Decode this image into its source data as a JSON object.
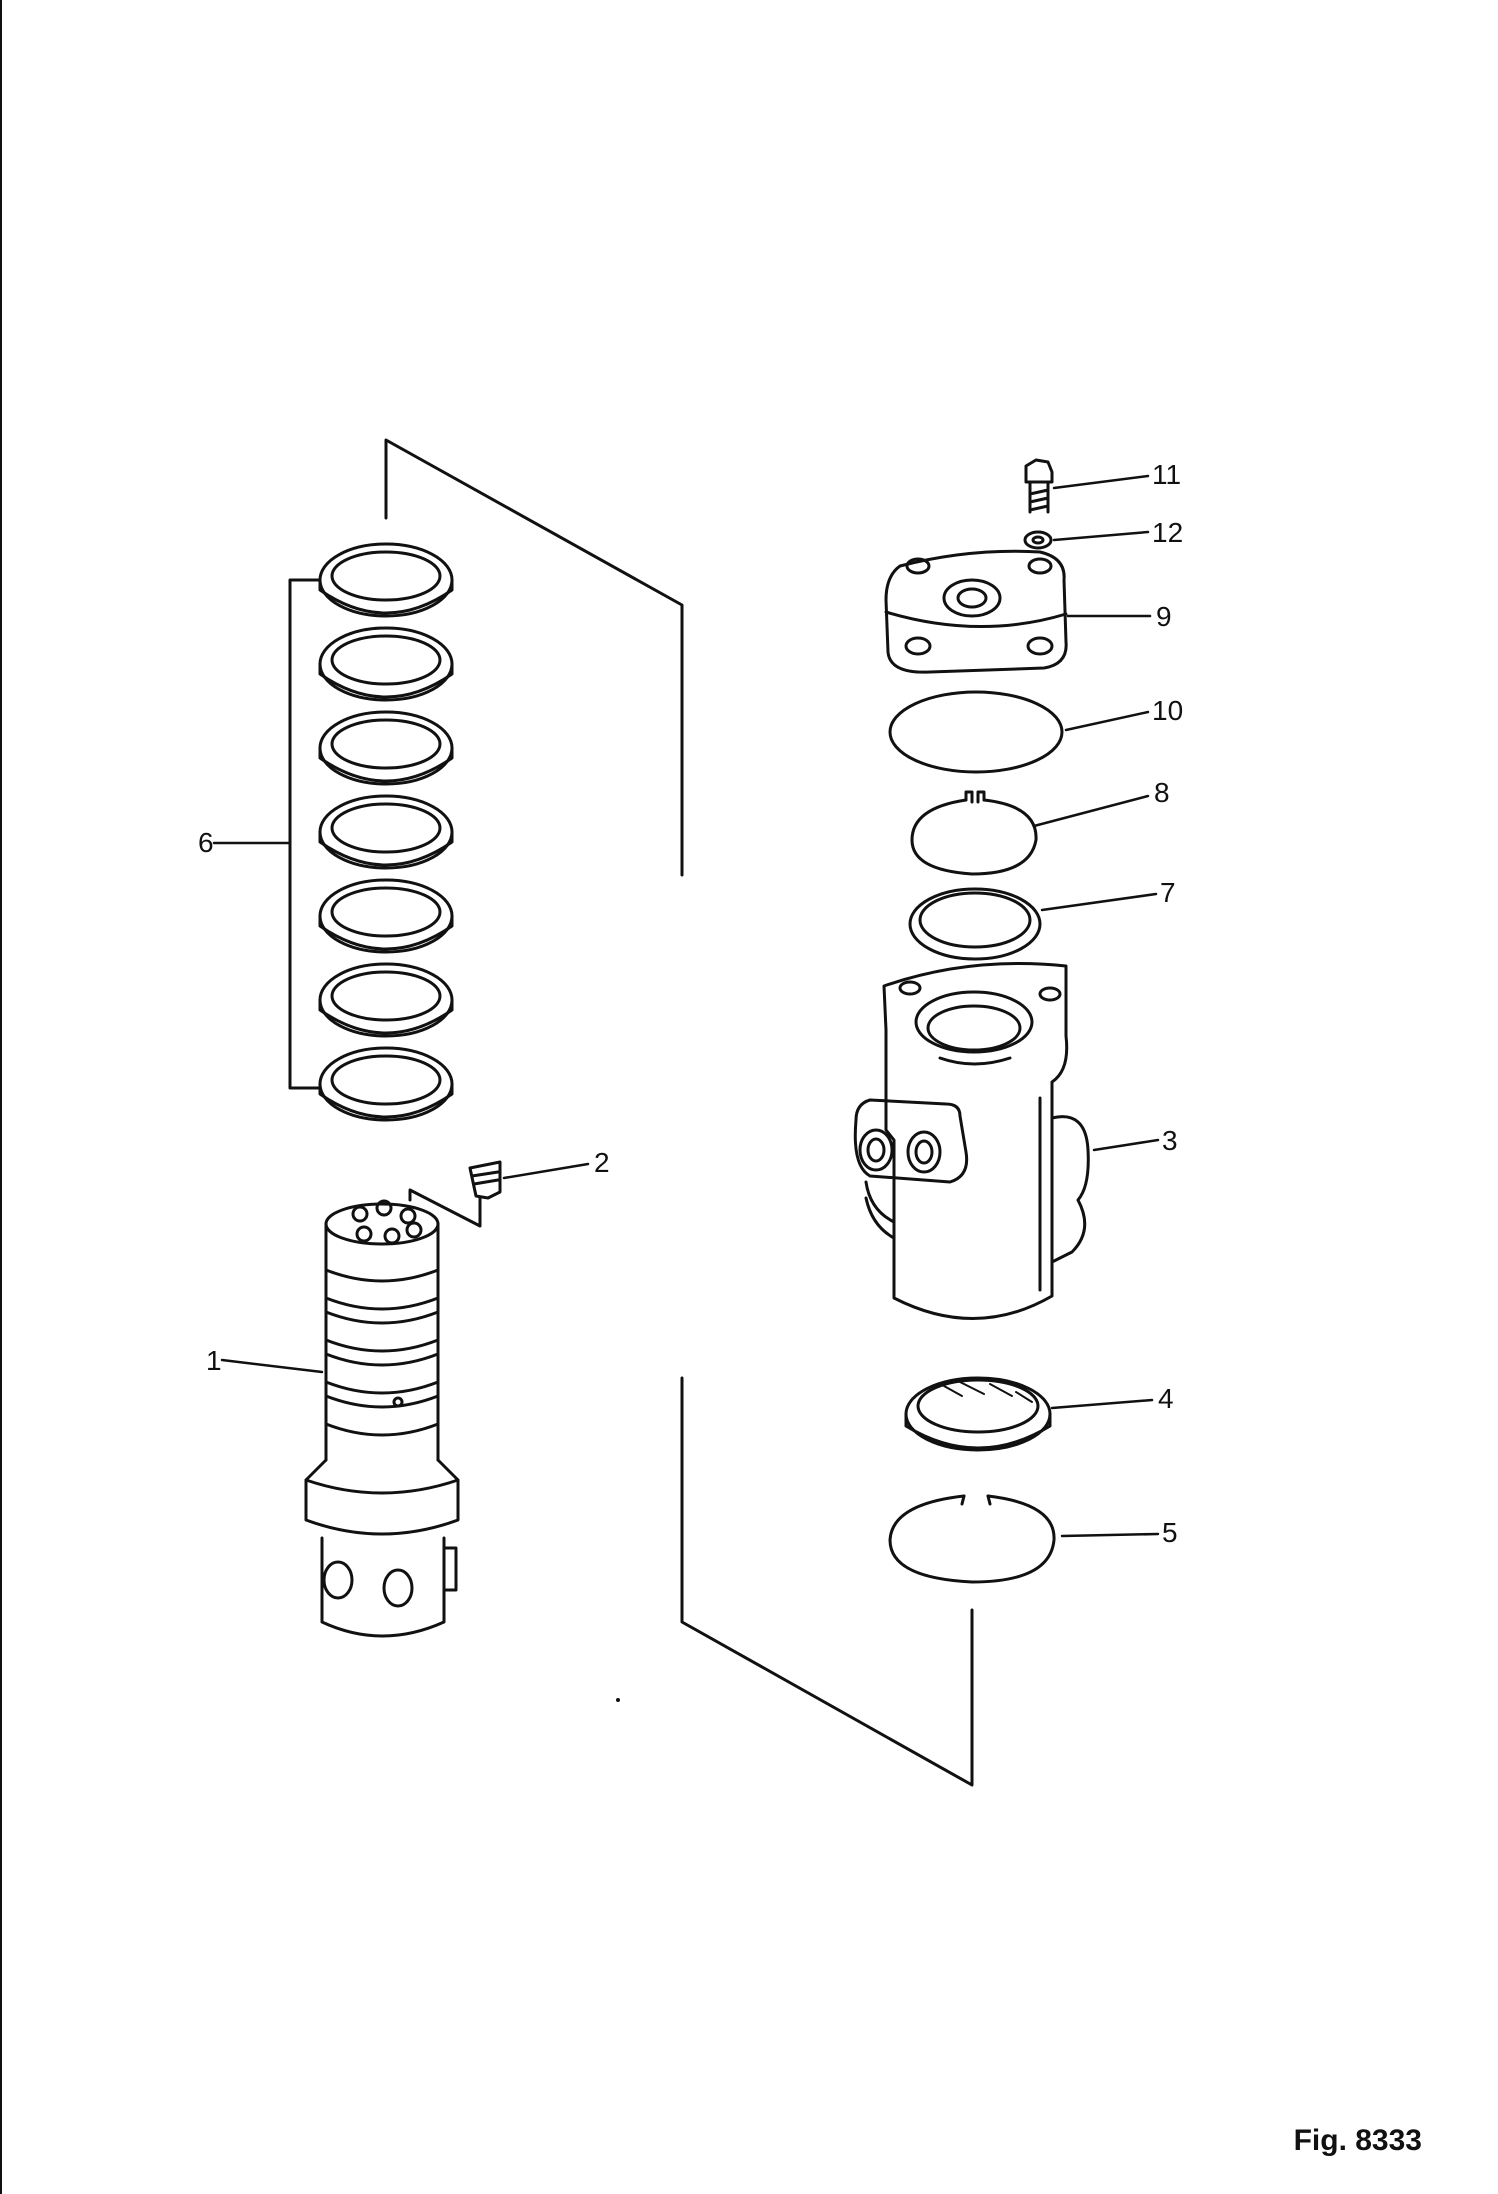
{
  "figure": {
    "caption": "Fig. 8333"
  },
  "callouts": [
    {
      "id": "1",
      "label": "1"
    },
    {
      "id": "2",
      "label": "2"
    },
    {
      "id": "3",
      "label": "3"
    },
    {
      "id": "4",
      "label": "4"
    },
    {
      "id": "5",
      "label": "5"
    },
    {
      "id": "6",
      "label": "6"
    },
    {
      "id": "7",
      "label": "7"
    },
    {
      "id": "8",
      "label": "8"
    },
    {
      "id": "9",
      "label": "9"
    },
    {
      "id": "10",
      "label": "10"
    },
    {
      "id": "11",
      "label": "11"
    },
    {
      "id": "12",
      "label": "12"
    }
  ]
}
